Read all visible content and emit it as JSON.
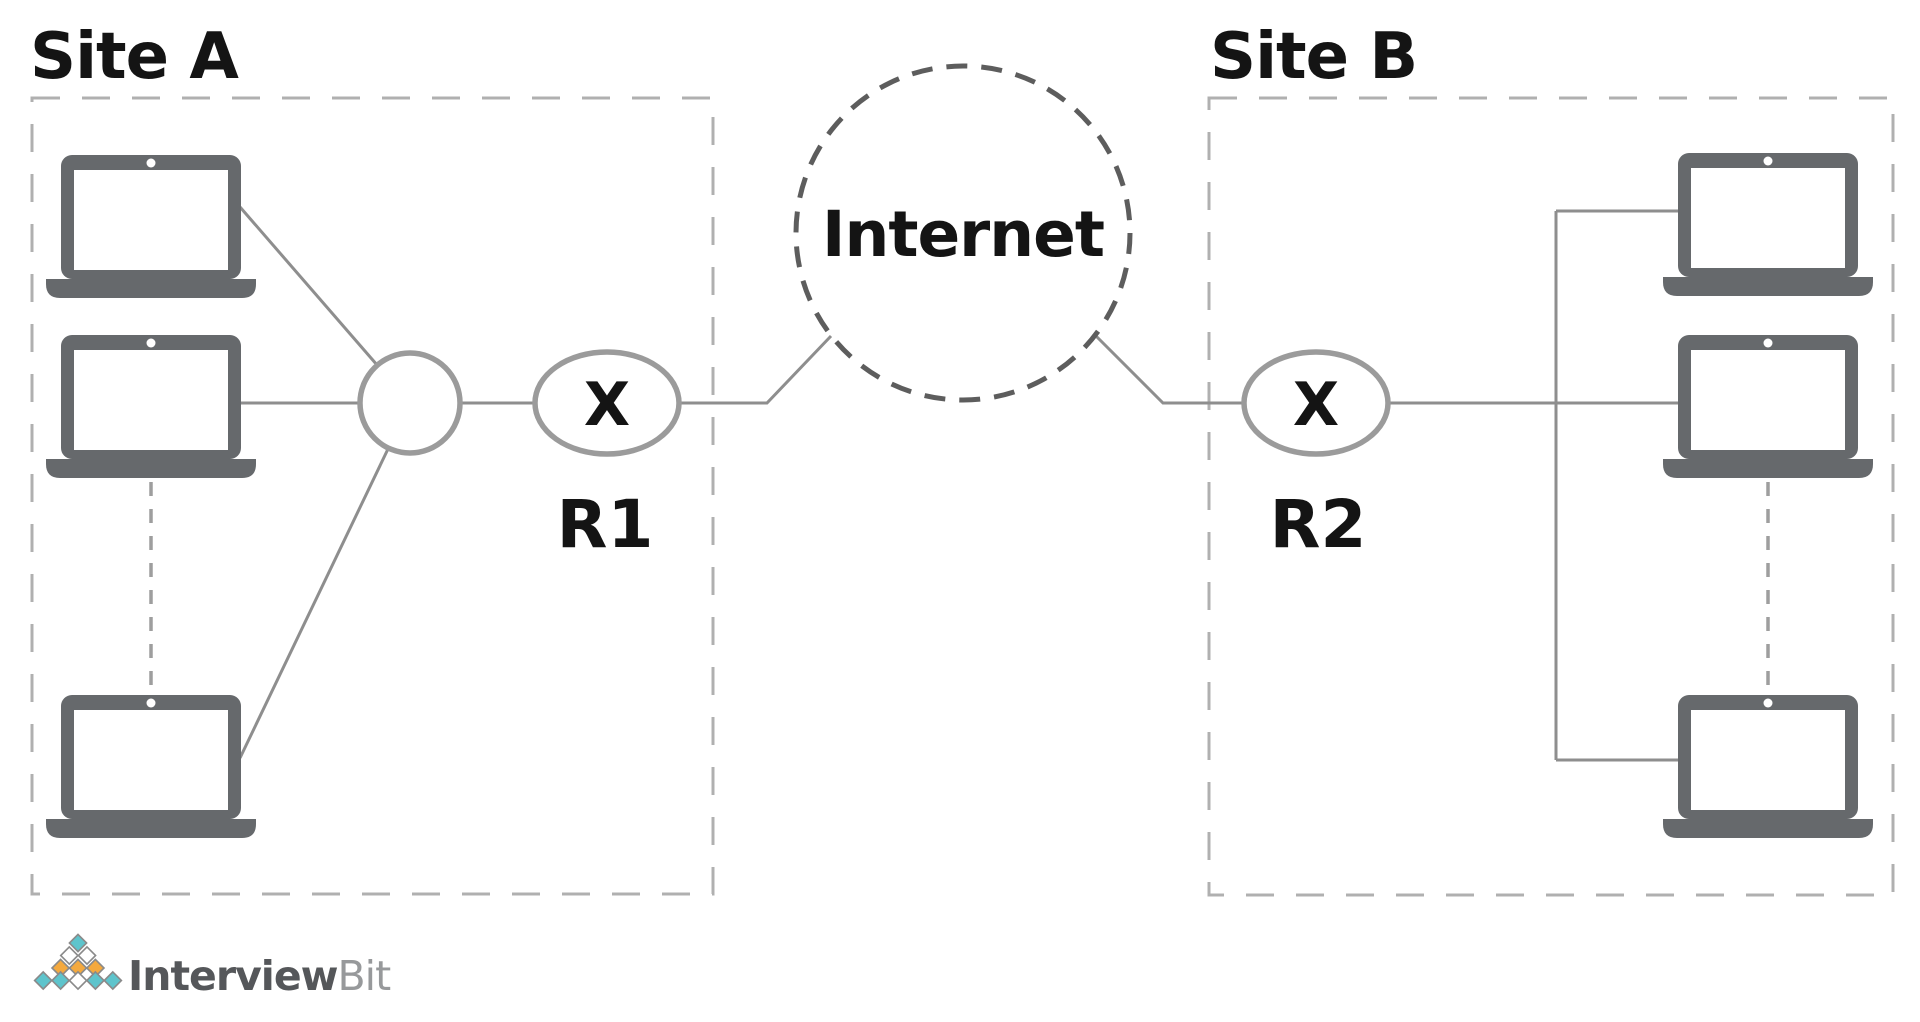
{
  "diagram": {
    "site_a": {
      "label": "Site A",
      "laptop_count": 3,
      "router": {
        "label": "R1",
        "mark": "X"
      }
    },
    "site_b": {
      "label": "Site B",
      "laptop_count": 3,
      "router": {
        "label": "R2",
        "mark": "X"
      }
    },
    "internet": {
      "label": "Internet"
    }
  },
  "logo": {
    "text_bold": "Interview",
    "text_light": "Bit"
  },
  "colors": {
    "laptop_gray": "#66696c",
    "connection_line": "#8e8e8e",
    "node_stroke": "#9b9b9b",
    "site_box_dash": "#b0b0b0",
    "laptop_link_dash": "#9e9e9e",
    "internet_dash": "#5d5d5d",
    "text_black": "#141414",
    "logo_teal": "#5ec4cc",
    "logo_orange": "#f4a93e",
    "logo_text_dark": "#55575a",
    "logo_text_light": "#97999b"
  }
}
